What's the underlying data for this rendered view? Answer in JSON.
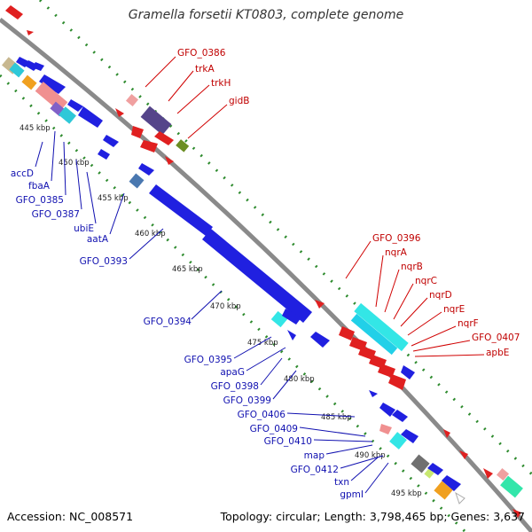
{
  "title": "Gramella forsetii KT0803, complete genome",
  "footer": {
    "accession": "Accession: NC_008571",
    "summary": "Topology: circular; Length: 3,798,465 bp; Genes: 3,637"
  },
  "colors": {
    "backbone": "#9a9a9a",
    "gc_dots": "#2e8b2e",
    "plus_strand_label": "#c00000",
    "minus_strand_label": "#1010b0"
  },
  "kbp_ticks": [
    "445 kbp",
    "450 kbp",
    "455 kbp",
    "460 kbp",
    "465 kbp",
    "470 kbp",
    "475 kbp",
    "480 kbp",
    "485 kbp",
    "490 kbp",
    "495 kbp"
  ],
  "minus_labels": [
    "accD",
    "fbaA",
    "GFO_0385",
    "GFO_0387",
    "ubiE",
    "aatA",
    "GFO_0393",
    "GFO_0394",
    "GFO_0395",
    "apaG",
    "GFO_0398",
    "GFO_0399",
    "GFO_0406",
    "GFO_0409",
    "GFO_0410",
    "map",
    "GFO_0412",
    "txn",
    "gpmI"
  ],
  "plus_labels": [
    "GFO_0386",
    "trkA",
    "trkH",
    "gidB",
    "GFO_0396",
    "nqrA",
    "nqrB",
    "nqrC",
    "nqrD",
    "nqrE",
    "nqrF",
    "GFO_0407",
    "apbE"
  ]
}
